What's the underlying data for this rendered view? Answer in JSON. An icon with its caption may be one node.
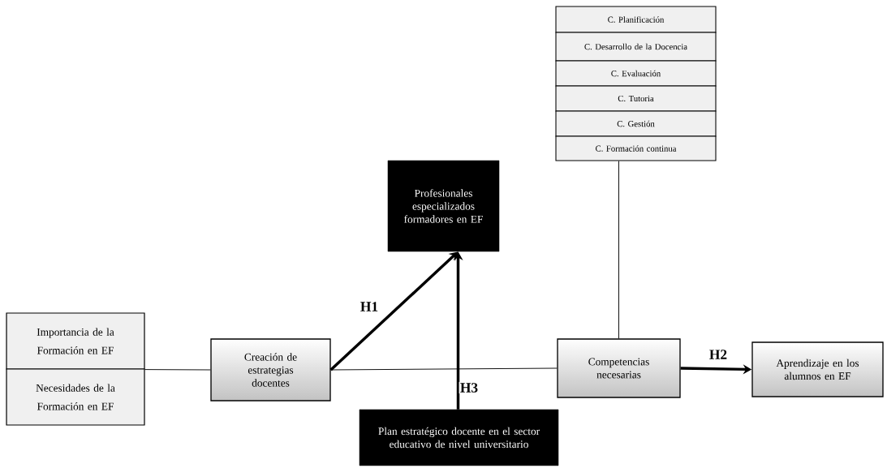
{
  "diagram": {
    "nodes": [
      {
        "text": [
          "Importancia de la Formación en EF"
        ]
      },
      {
        "text": [
          "Necesidades de la Formación en EF"
        ]
      },
      {
        "text": [
          "Creación de estrategias docentes"
        ]
      },
      {
        "text": [
          "Profesionales especializados formadores en EF"
        ]
      },
      {
        "text": [
          "Plan estratégico docente en el sector educativo de nivel universitario"
        ]
      },
      {
        "text": [
          "Competencias necesarias"
        ]
      },
      {
        "text": [
          "Aprendizaje en los alumnos en EF"
        ]
      },
      {
        "text": [
          "C. Planificación"
        ]
      },
      {
        "text": [
          "C. Desarrollo de la Docencia"
        ]
      },
      {
        "text": [
          "C. Evaluación"
        ]
      },
      {
        "text": [
          "C. Tutoria"
        ]
      },
      {
        "text": [
          "C. Gestión"
        ]
      },
      {
        "text": [
          "C. Formación continua"
        ]
      }
    ],
    "edges": [
      {
        "from": 0,
        "to": 2,
        "arrow": "none"
      },
      {
        "from": 2,
        "to": 3,
        "arrow": "to",
        "label": "H1",
        "style": "thick"
      },
      {
        "from": 2,
        "to": 5,
        "arrow": "none"
      },
      {
        "from": 4,
        "to": 3,
        "arrow": "to",
        "label": "H3",
        "style": "thick"
      },
      {
        "from": 5,
        "to": 6,
        "arrow": "to",
        "label": "H2",
        "style": "thick"
      },
      {
        "from": 12,
        "to": 5,
        "arrow": "none"
      }
    ]
  }
}
